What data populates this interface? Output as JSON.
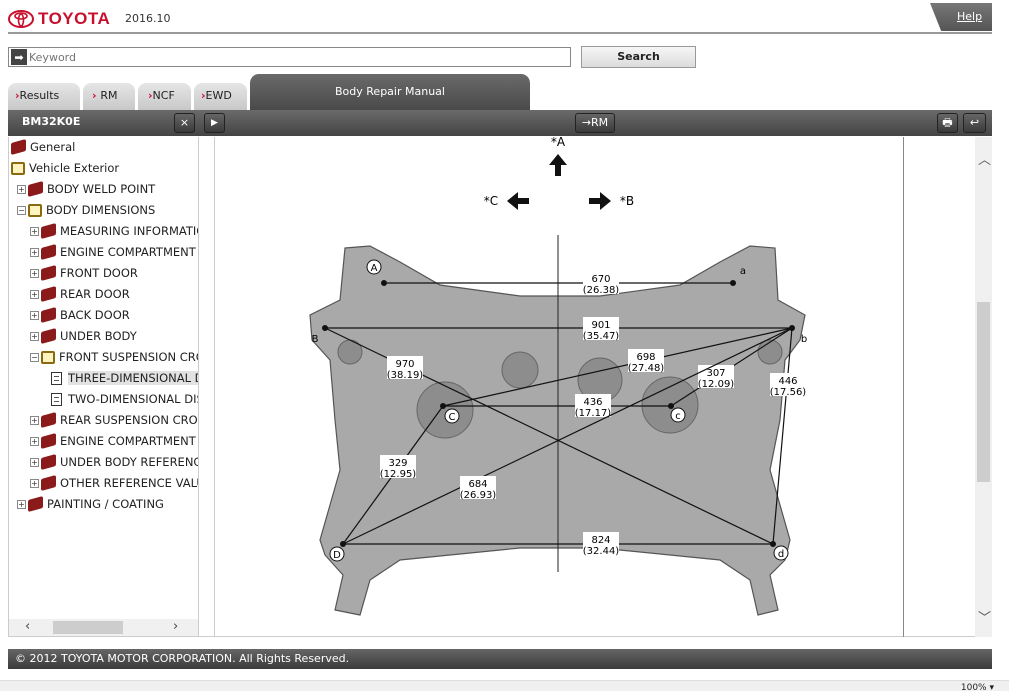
{
  "header": {
    "brand": "TOYOTA",
    "version": "2016.10",
    "help": "Help"
  },
  "search": {
    "placeholder": "Keyword",
    "button": "Search"
  },
  "tabs": [
    {
      "label": "Results"
    },
    {
      "label": "RM"
    },
    {
      "label": "NCF"
    },
    {
      "label": "EWD"
    }
  ],
  "active_tab": "Body Repair Manual",
  "toolbar": {
    "doc_id": "BM32K0E",
    "close": "×",
    "expand": "▶",
    "rm": "→RM",
    "print": "print",
    "back": "back"
  },
  "tree": [
    {
      "label": "General",
      "type": "book",
      "level": 0
    },
    {
      "label": "Vehicle Exterior",
      "type": "open",
      "level": 0
    },
    {
      "label": "BODY WELD POINT",
      "type": "book",
      "level": 1,
      "toggle": "+"
    },
    {
      "label": "BODY DIMENSIONS",
      "type": "open",
      "level": 1,
      "toggle": "-"
    },
    {
      "label": "MEASURING INFORMATIC",
      "type": "book",
      "level": 2,
      "toggle": "+"
    },
    {
      "label": "ENGINE COMPARTMENT",
      "type": "book",
      "level": 2,
      "toggle": "+"
    },
    {
      "label": "FRONT DOOR",
      "type": "book",
      "level": 2,
      "toggle": "+"
    },
    {
      "label": "REAR DOOR",
      "type": "book",
      "level": 2,
      "toggle": "+"
    },
    {
      "label": "BACK DOOR",
      "type": "book",
      "level": 2,
      "toggle": "+"
    },
    {
      "label": "UNDER BODY",
      "type": "book",
      "level": 2,
      "toggle": "+"
    },
    {
      "label": "FRONT SUSPENSION CRO",
      "type": "open",
      "level": 2,
      "toggle": "-"
    },
    {
      "label": "THREE-DIMENSIONAL DIS",
      "type": "page",
      "level": 3,
      "selected": true
    },
    {
      "label": "TWO-DIMENSIONAL DIST",
      "type": "page",
      "level": 3
    },
    {
      "label": "REAR SUSPENSION CROS",
      "type": "book",
      "level": 2,
      "toggle": "+"
    },
    {
      "label": "ENGINE COMPARTMENT F",
      "type": "book",
      "level": 2,
      "toggle": "+"
    },
    {
      "label": "UNDER BODY REFERENCE",
      "type": "book",
      "level": 2,
      "toggle": "+"
    },
    {
      "label": "OTHER REFERENCE VALU",
      "type": "book",
      "level": 2,
      "toggle": "+"
    },
    {
      "label": "PAINTING / COATING",
      "type": "book",
      "level": 1,
      "toggle": "+"
    }
  ],
  "diagram": {
    "directions": {
      "up": "*A",
      "left": "*C",
      "right": "*B"
    },
    "points": {
      "A": "A",
      "a": "a",
      "B": "B",
      "b": "b",
      "C": "C",
      "c": "c",
      "D": "D",
      "d": "d"
    },
    "dimensions": [
      {
        "from": "A",
        "to": "a",
        "mm": "670",
        "in": "(26.38)"
      },
      {
        "from": "B",
        "to": "b",
        "mm": "901",
        "in": "(35.47)"
      },
      {
        "from": "B",
        "to": "d",
        "mm": "970",
        "in": "(38.19)"
      },
      {
        "from": "C",
        "to": "b",
        "mm": "698",
        "in": "(27.48)"
      },
      {
        "from": "c",
        "to": "b",
        "mm": "307",
        "in": "(12.09)"
      },
      {
        "from": "b",
        "to": "d",
        "mm": "446",
        "in": "(17.56)"
      },
      {
        "from": "C",
        "to": "c",
        "mm": "436",
        "in": "(17.17)"
      },
      {
        "from": "D",
        "to": "C",
        "mm": "329",
        "in": "(12.95)"
      },
      {
        "from": "D",
        "to": "b",
        "mm": "684",
        "in": "(26.93)"
      },
      {
        "from": "D",
        "to": "d",
        "mm": "824",
        "in": "(32.44)"
      }
    ]
  },
  "footer": "© 2012 TOYOTA MOTOR CORPORATION. All Rights Reserved.",
  "status": {
    "zoom": "100%"
  }
}
